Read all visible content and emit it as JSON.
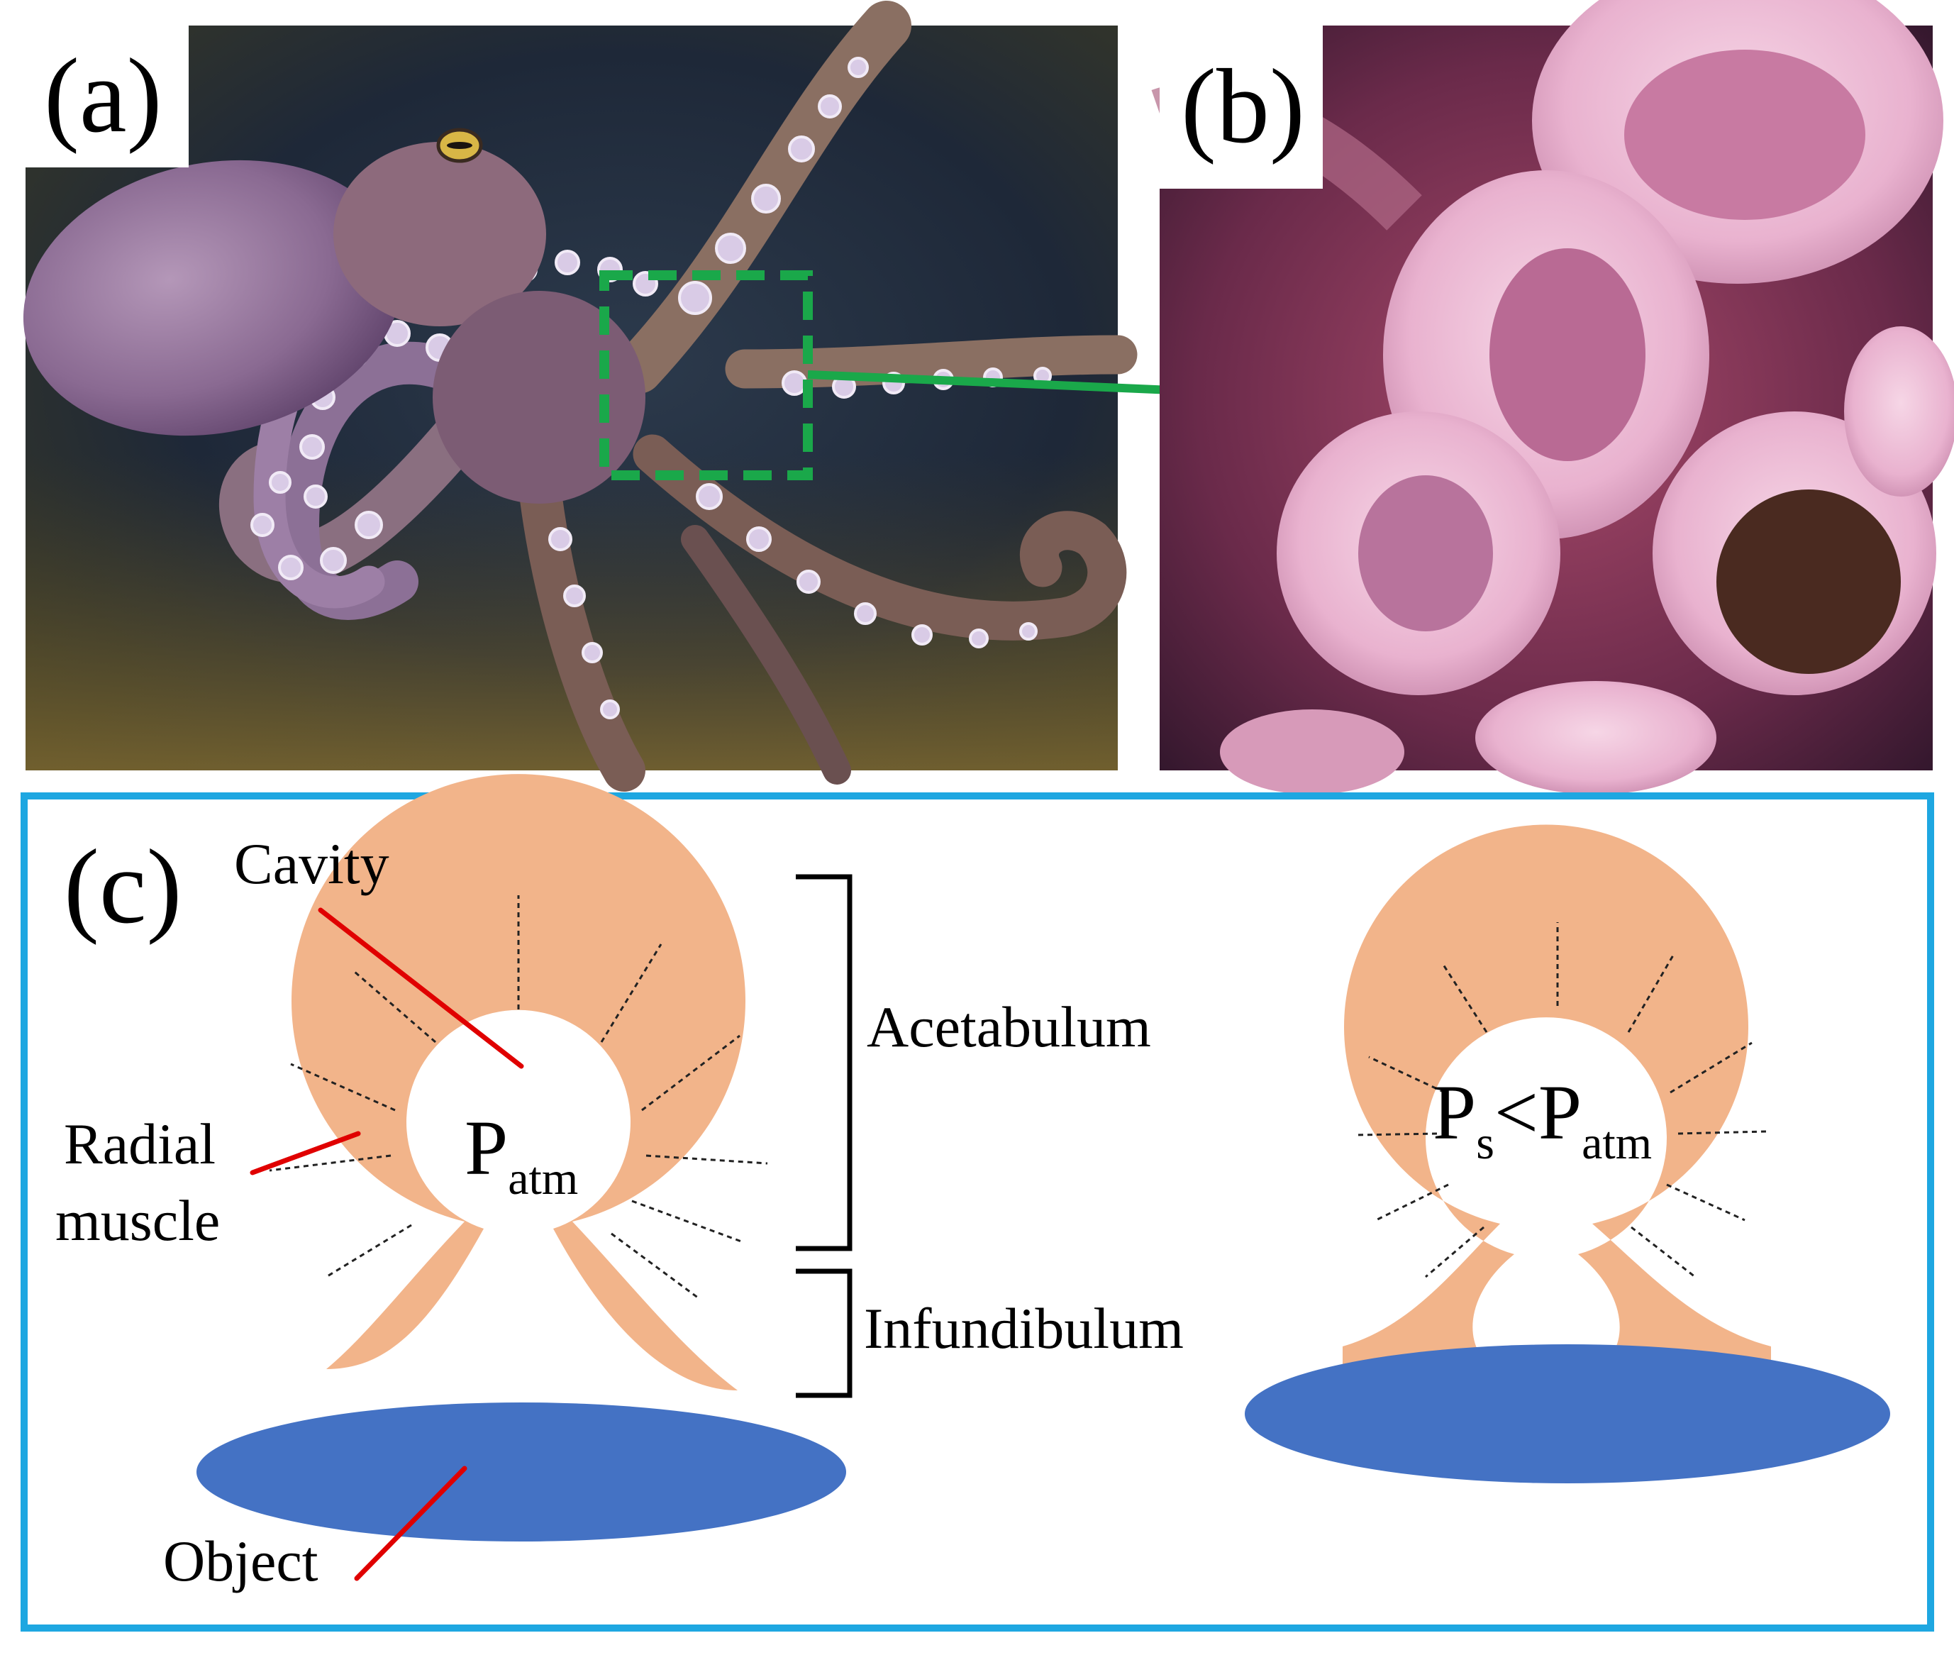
{
  "panels": {
    "a": {
      "label": "(a)"
    },
    "b": {
      "label": "(b)"
    },
    "c": {
      "label": "(c)",
      "labels": {
        "cavity": "Cavity",
        "radial_line1": "Radial",
        "radial_line2": "muscle",
        "object": "Object",
        "acetabulum": "Acetabulum",
        "infundibulum": "Infundibulum"
      },
      "left_pressure": {
        "main": "P",
        "sub": "atm"
      },
      "right_pressure": {
        "main1": "P",
        "sub1": "s",
        "op": "<",
        "main2": "P",
        "sub2": "atm"
      }
    }
  },
  "colors": {
    "muscle": "#F2B48A",
    "object": "#4472C4",
    "frame": "#1EA7E1",
    "pointer": "#E00000",
    "zoom": "#1AA84A"
  },
  "icons": {
    "octopus_photo": "octopus-photo",
    "sucker_closeup": "sucker-closeup-photo",
    "arrow": "zoom-arrow"
  }
}
